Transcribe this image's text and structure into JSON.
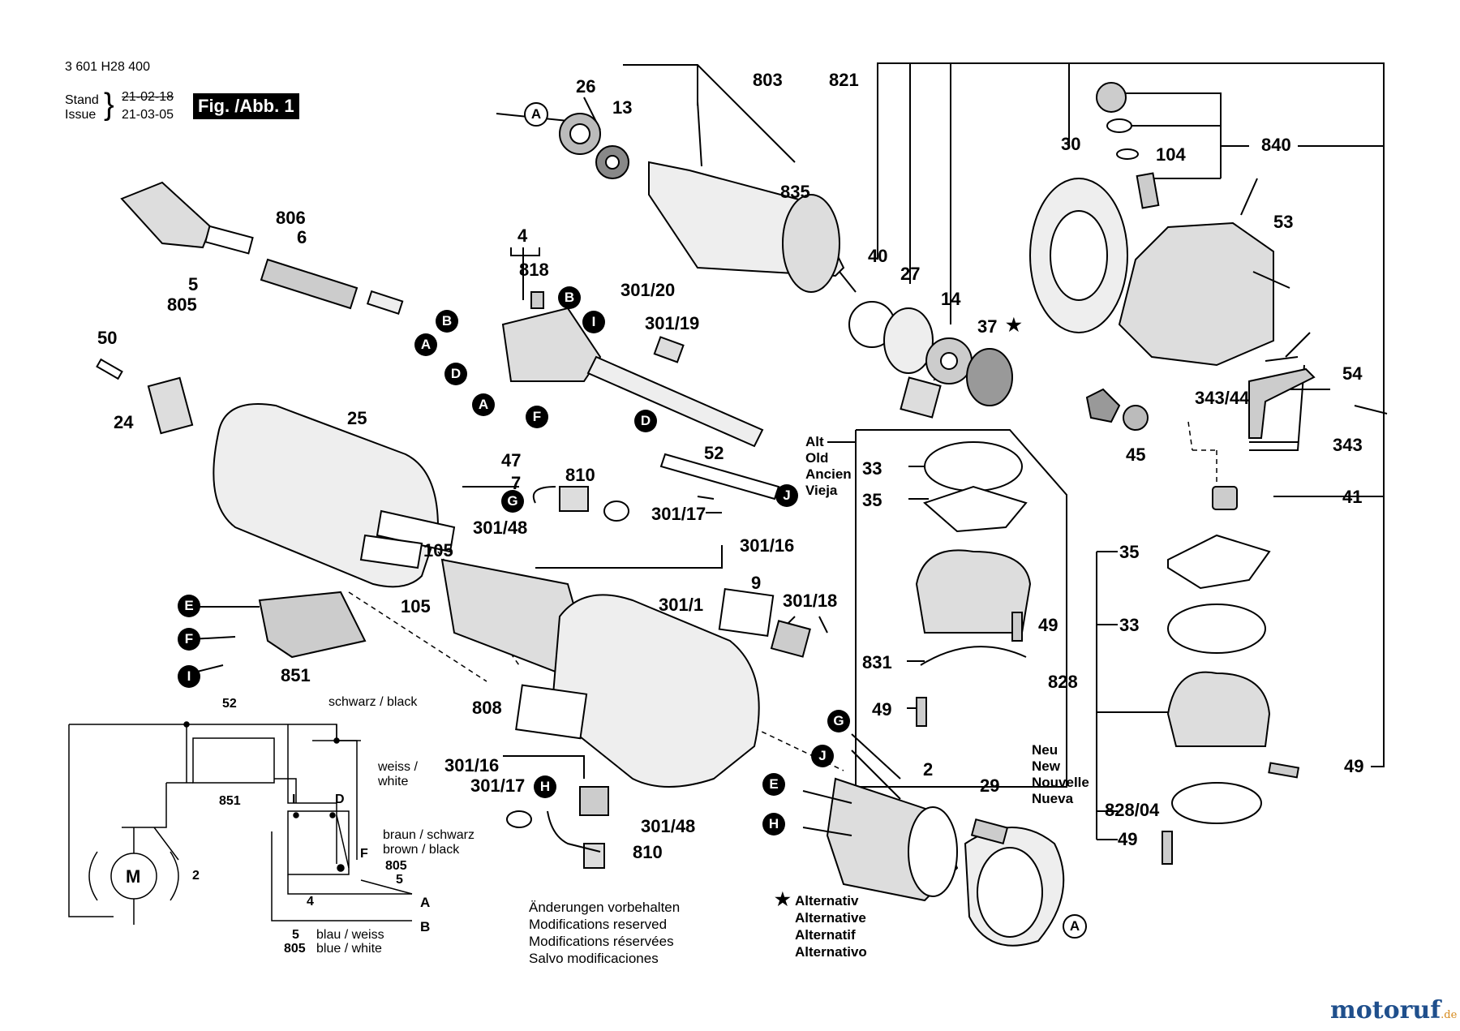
{
  "header": {
    "doc_number": "3 601 H28 400",
    "stand_label": "Stand",
    "issue_label": "Issue",
    "date_old": "21-02-18",
    "date_new": "21-03-05",
    "fig_label": "Fig. /Abb. 1"
  },
  "part_numbers": {
    "p803": "803",
    "p821": "821",
    "p26": "26",
    "p13": "13",
    "p30": "30",
    "p104": "104",
    "p840": "840",
    "p835": "835",
    "p806": "806",
    "p6": "6",
    "p5": "5",
    "p805": "805",
    "p4": "4",
    "p818": "818",
    "p301_20": "301/20",
    "p301_19": "301/19",
    "p40": "40",
    "p27": "27",
    "p14": "14",
    "p37": "37",
    "p53": "53",
    "p54": "54",
    "p343_44": "343/44",
    "p343": "343",
    "p45": "45",
    "p41": "41",
    "p50": "50",
    "p24": "24",
    "p25": "25",
    "p47": "47",
    "p7": "7",
    "p810": "810",
    "p52": "52",
    "p301_48": "301/48",
    "p301_17": "301/17",
    "p301_16": "301/16",
    "p105": "105",
    "p9": "9",
    "p301_1": "301/1",
    "p301_18": "301/18",
    "p851": "851",
    "p808": "808",
    "p33": "33",
    "p35": "35",
    "p49": "49",
    "p831": "831",
    "p828": "828",
    "p828_04": "828/04",
    "p2": "2",
    "p29": "29"
  },
  "callouts": {
    "A": "A",
    "B": "B",
    "D": "D",
    "E": "E",
    "F": "F",
    "G": "G",
    "H": "H",
    "I": "I",
    "J": "J"
  },
  "alt_old": [
    "Alt",
    "Old",
    "Ancien",
    "Vieja"
  ],
  "new_labels": [
    "Neu",
    "New",
    "Nouvelle",
    "Nueva"
  ],
  "alternativ": [
    "Alternativ",
    "Alternative",
    "Alternatif",
    "Alternativo"
  ],
  "star": "★",
  "modifications": [
    "Änderungen vorbehalten",
    "Modifications reserved",
    "Modifications réservées",
    "Salvo modificaciones"
  ],
  "wiring": {
    "schwarz": "schwarz / black",
    "weiss": "weiss /",
    "white": "white",
    "braun": "braun / schwarz",
    "brown": "brown / black",
    "blau": "blau / weiss",
    "blue": "blue / white",
    "motor": "M",
    "label_52": "52",
    "label_851": "851",
    "label_I": "I",
    "label_D": "D",
    "label_F": "F",
    "label_2": "2",
    "label_4": "4",
    "label_5a": "5",
    "label_805a": "805",
    "label_5b": "5",
    "label_805b": "805",
    "label_A": "A",
    "label_B": "B"
  },
  "brand": {
    "name": "motoruf",
    "tld": ".de"
  }
}
